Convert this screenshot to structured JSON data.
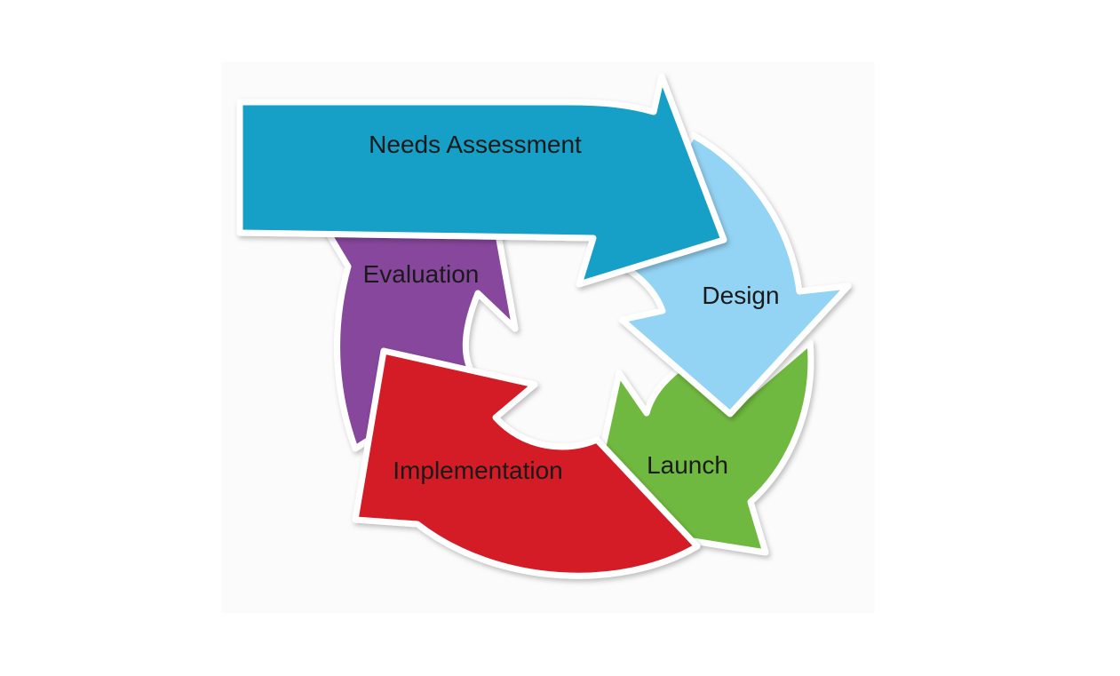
{
  "diagram": {
    "stages": [
      {
        "id": "needs-assessment",
        "label": "Needs Assessment",
        "color": "#139fc7"
      },
      {
        "id": "design",
        "label": "Design",
        "color": "#93d3f3"
      },
      {
        "id": "launch",
        "label": "Launch",
        "color": "#70b93f"
      },
      {
        "id": "implementation",
        "label": "Implementation",
        "color": "#d31f26"
      },
      {
        "id": "evaluation",
        "label": "Evaluation",
        "color": "#87479d"
      }
    ]
  }
}
